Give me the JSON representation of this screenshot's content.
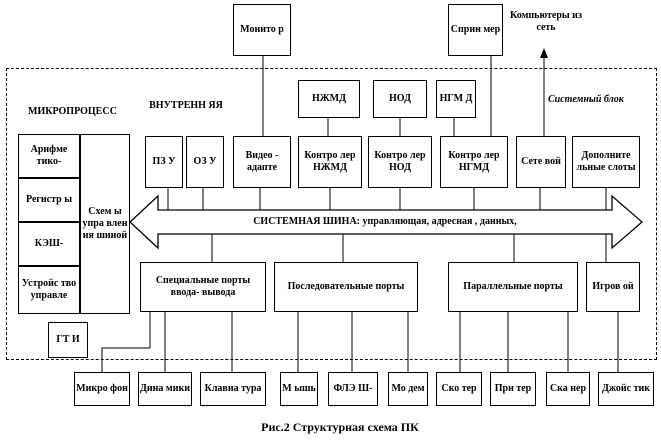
{
  "external_top": {
    "monitor": "Монито р",
    "printer": "Сприн мер",
    "network": "Компьютеры из сеть"
  },
  "system_label": "Системный блок",
  "microprocessor": {
    "title": "МИКРОПРОЦЕСС",
    "alu": "Арифме тико-",
    "registers": "Регистр ы",
    "cache": "КЭШ-",
    "control_unit": "Устройс тво управле",
    "control_circuits": "Схем ы упра влен ия шиной"
  },
  "internal_memory_title": "ВНУТРЕНН ЯЯ",
  "rom": "ПЗ У",
  "ram": "ОЗ У",
  "video_adapter": "Видео - адапте",
  "drives_top": {
    "hdd": "НЖМД",
    "optical": "НОД",
    "floppy": "НГМ Д"
  },
  "controllers": {
    "hdd": "Контро лер НЖМД",
    "optical": "Контро лер НОД",
    "floppy": "Контро лер НГМД",
    "network": "Сете вой",
    "extra_slots": "Дополните льные слоты"
  },
  "system_bus": "СИСТЕМНАЯ ШИНА: управляющая, адресная , данных,",
  "ports": {
    "special": "Специальные порты ввода- вывода",
    "serial": "Последовательные порты",
    "parallel": "Параллельные порты",
    "game": "Игров ой"
  },
  "clock": "ГТ И",
  "peripherals": {
    "microphone": "Микро фон",
    "speakers": "Дина мики",
    "keyboard": "Клавиа тура",
    "mouse": "М ышь",
    "flash": "ФЛЭ Ш-",
    "modem": "Мо дем",
    "scanner": "Ско тер",
    "printer": "Прн тер",
    "scaner2": "Ска нер",
    "joystick": "Джойс тик"
  },
  "caption": "Рис.2 Структурная схема ПК"
}
